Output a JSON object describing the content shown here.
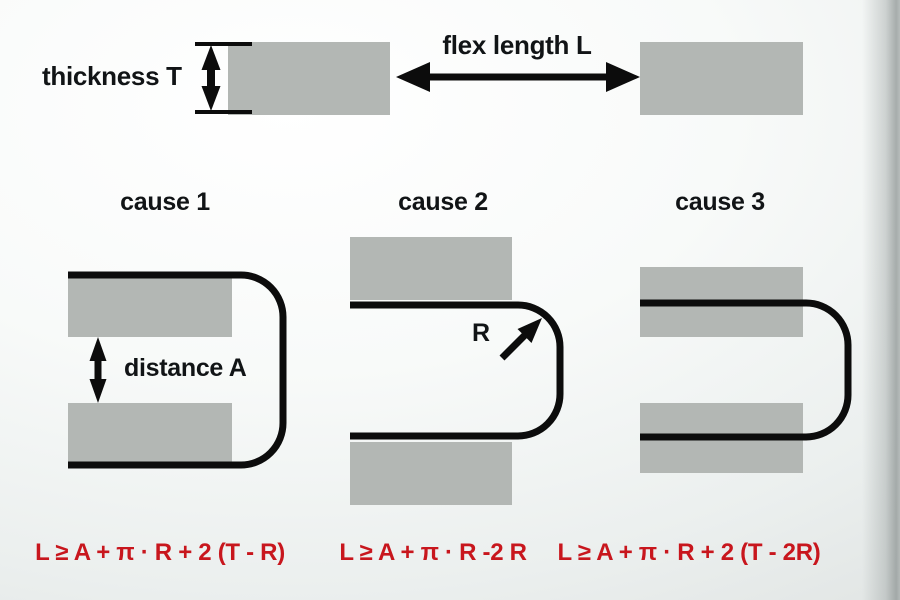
{
  "header": {
    "thickness_label": "thickness T",
    "flex_length_label": "flex length L"
  },
  "causes": [
    {
      "title": "cause 1",
      "distance_label": "distance A",
      "formula": "L ≥ A + π · R + 2 (T - R)"
    },
    {
      "title": "cause 2",
      "radius_label": "R",
      "formula": "L ≥ A + π · R -2 R"
    },
    {
      "title": "cause 3",
      "formula": "L ≥ A + π · R + 2 (T - 2R)"
    }
  ],
  "colors": {
    "formula_red": "#c8161d",
    "board_gray": "#b3b7b4",
    "line_black": "#0c0c0c",
    "background_light": "#f5f7f6"
  }
}
